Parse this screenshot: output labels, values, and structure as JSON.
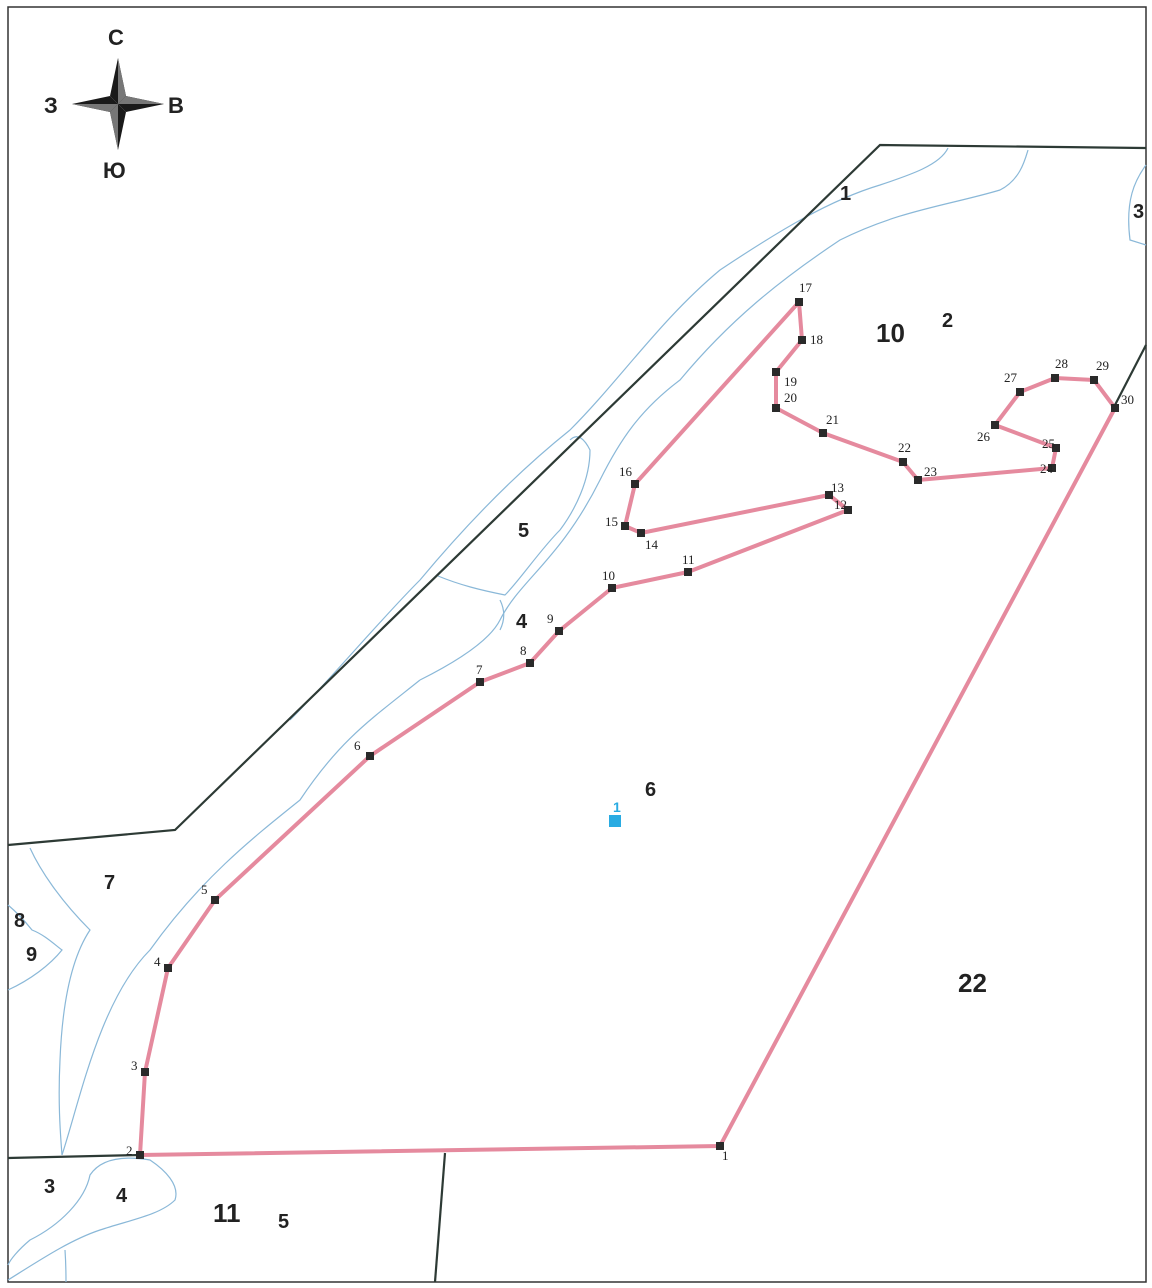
{
  "compass": {
    "north": "С",
    "south": "Ю",
    "west": "З",
    "east": "В"
  },
  "colors": {
    "boundary": "#e58a9e",
    "parcel_line": "#2d3a35",
    "contour": "#8ab8d8",
    "vertex": "#2a2a2a",
    "marker": "#29abe2"
  },
  "marker": {
    "label": "1"
  },
  "vertex_labels": [
    "1",
    "2",
    "3",
    "4",
    "5",
    "6",
    "7",
    "8",
    "9",
    "10",
    "11",
    "12",
    "13",
    "14",
    "15",
    "16",
    "17",
    "18",
    "19",
    "20",
    "21",
    "22",
    "23",
    "24",
    "25",
    "26",
    "27",
    "28",
    "29",
    "30"
  ],
  "parcel_labels": {
    "p1": "1",
    "p2": "2",
    "p3_right": "3",
    "p10": "10",
    "p5": "5",
    "p4": "4",
    "p6": "6",
    "p7": "7",
    "p8": "8",
    "p9": "9",
    "p22": "22",
    "p3_bottom": "3",
    "p4_bottom": "4",
    "p11": "11",
    "p5_bottom": "5"
  }
}
